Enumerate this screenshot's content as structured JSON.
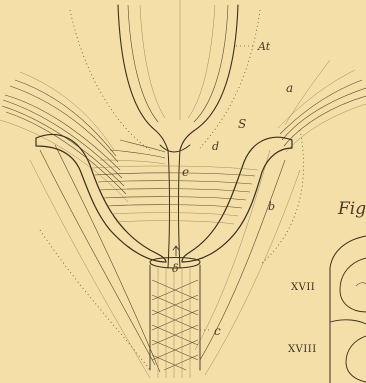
{
  "labels": {
    "At": "At",
    "a": "a",
    "S": "S",
    "d": "d",
    "e": "e",
    "b": "b",
    "delta": "δ",
    "c": "c"
  },
  "figure_caption": "Fig",
  "segment_labels": [
    "XVII",
    "XVIII"
  ]
}
